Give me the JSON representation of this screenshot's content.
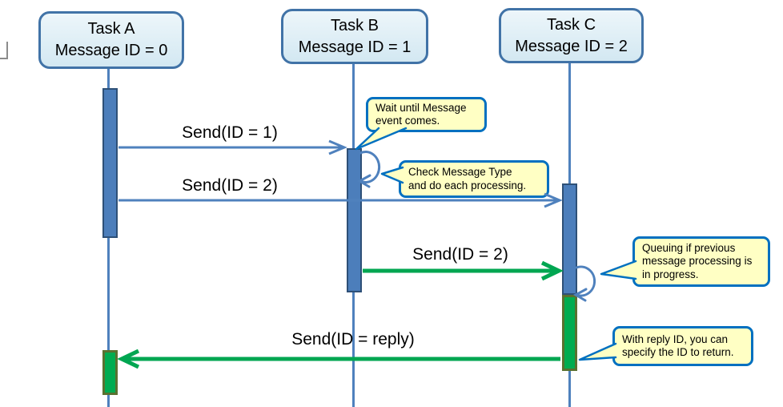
{
  "tasks": [
    {
      "title": "Task A",
      "subtitle": "Message ID = 0"
    },
    {
      "title": "Task B",
      "subtitle": "Message ID = 1"
    },
    {
      "title": "Task C",
      "subtitle": "Message ID = 2"
    }
  ],
  "messages": [
    {
      "label": "Send(ID = 1)",
      "from": "Task A",
      "to": "Task B",
      "color": "#4F81BD"
    },
    {
      "label": "Send(ID = 2)",
      "from": "Task A",
      "to": "Task C",
      "color": "#4F81BD"
    },
    {
      "label": "Send(ID = 2)",
      "from": "Task B",
      "to": "Task C",
      "color": "#00A651"
    },
    {
      "label": "Send(ID = reply)",
      "from": "Task C",
      "to": "Task A",
      "color": "#00A651"
    }
  ],
  "notes": [
    {
      "text": "Wait until Message\nevent comes."
    },
    {
      "text": "Check Message Type\nand do each processing."
    },
    {
      "text": "Queuing if previous\nmessage processing is\nin progress."
    },
    {
      "text": "With reply ID, you can\nspecify the ID to return."
    }
  ],
  "colors": {
    "task_box_fill": "#D9ECF4",
    "task_box_border": "#4173A7",
    "lifeline": "#4F81BD",
    "activation_fill": "#4C7EBB",
    "activation_border": "#2E5077",
    "green_activation_fill": "#00AC50",
    "green_activation_border": "#5A7130",
    "message_blue": "#4F81BD",
    "message_green": "#00A651",
    "note_fill": "#FFFFC4",
    "note_border": "#0070C0",
    "text": "#000000"
  }
}
